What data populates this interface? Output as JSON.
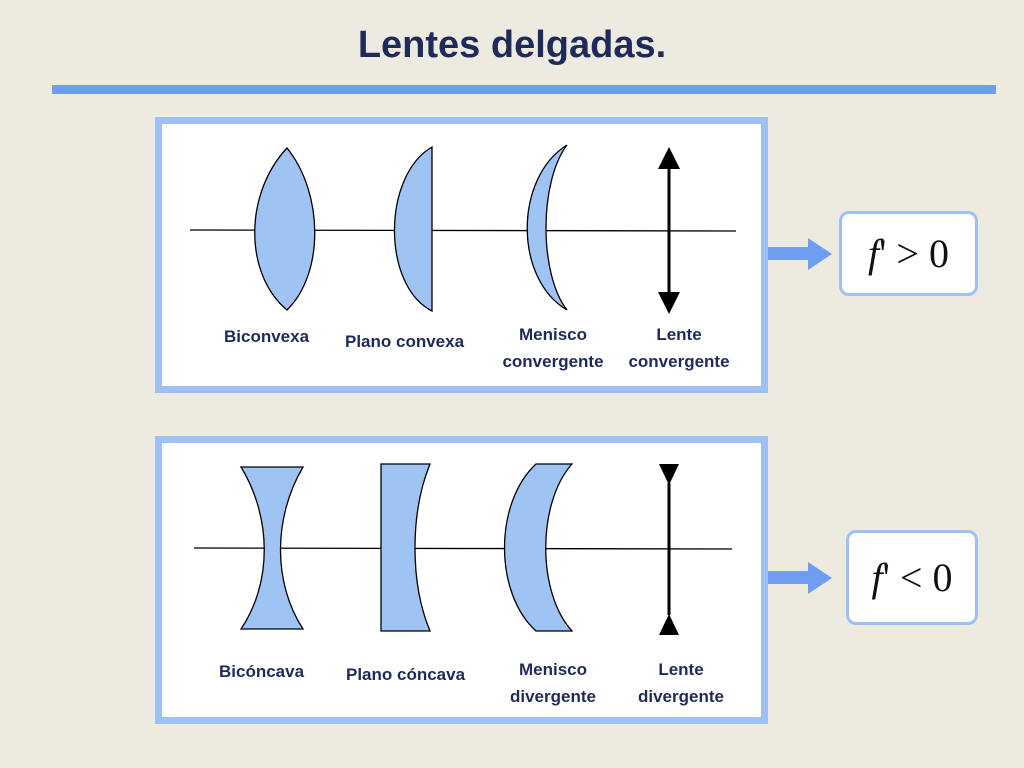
{
  "title": "Lentes delgadas.",
  "colors": {
    "lens_fill": "#9fc3f3",
    "panel_border": "#9fc0f2",
    "title_rule": "#6f9df2",
    "label_text": "#1f2a5c"
  },
  "convergent": {
    "labels": {
      "biconvex": "Biconvexa",
      "plano_convex": "Plano convexa",
      "meniscus_line1": "Menisco",
      "meniscus_line2": "convergente",
      "lens_line1": "Lente",
      "lens_line2": "convergente"
    },
    "formula": {
      "symbol": "f",
      "prime": "'",
      "relation": " > 0"
    }
  },
  "divergent": {
    "labels": {
      "biconcave": "Bicóncava",
      "plano_concave": "Plano cóncava",
      "meniscus_line1": "Menisco",
      "meniscus_line2": "divergente",
      "lens_line1": "Lente",
      "lens_line2": "divergente"
    },
    "formula": {
      "symbol": "f",
      "prime": "'",
      "relation": " < 0"
    }
  }
}
